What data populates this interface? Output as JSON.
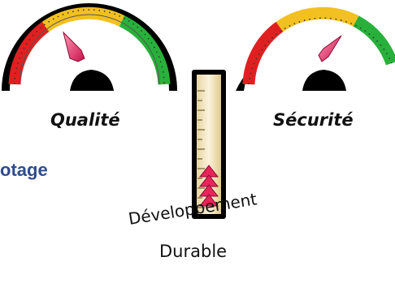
{
  "gauges": [
    {
      "label": "Qualité"
    },
    {
      "label": "Sécurité"
    }
  ],
  "thermometer": {
    "label_line1": "Développement",
    "label_line2": "Durable",
    "marker_count": 4
  },
  "partial_heading": "otage",
  "colors": {
    "zone_red": "#e02020",
    "zone_yellow": "#f2c020",
    "zone_green": "#27b13a",
    "needle": "#e8246a",
    "heading": "#2e4c8c"
  }
}
